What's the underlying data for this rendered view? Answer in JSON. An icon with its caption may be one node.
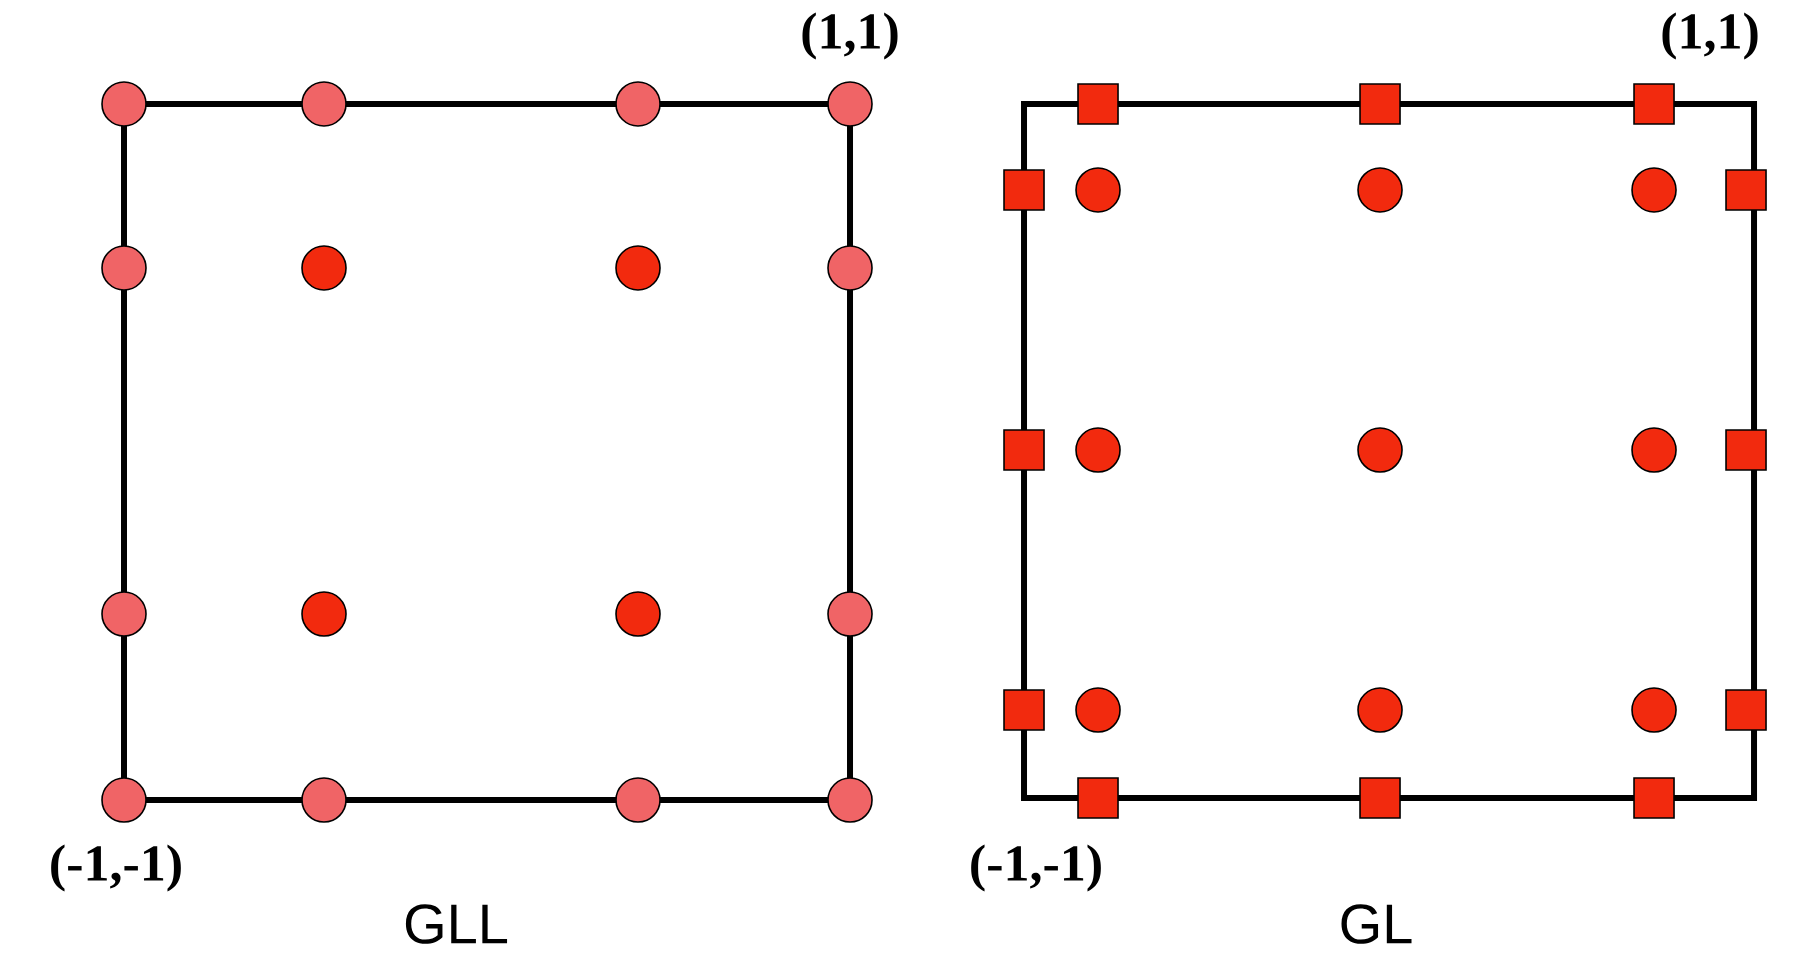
{
  "diagram": {
    "labels": [
      "(1,1)",
      "(-1,-1)",
      "GLL",
      "(1,1)",
      "(-1,-1)",
      "GL"
    ]
  }
}
